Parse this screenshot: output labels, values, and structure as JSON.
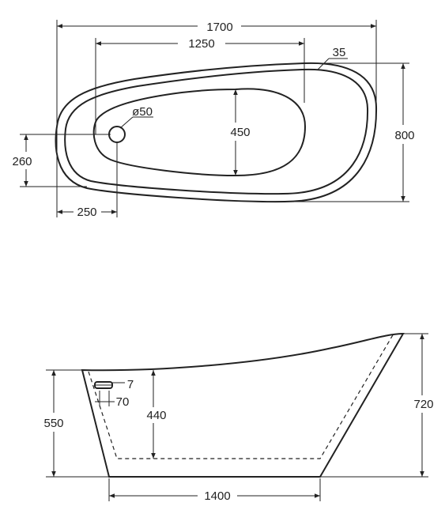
{
  "top_view": {
    "length": "1700",
    "inner_length": "1250",
    "rim": "35",
    "drain_diameter": "ø50",
    "inner_width": "450",
    "width": "800",
    "drain_from_side": "260",
    "drain_from_end": "250"
  },
  "side_view": {
    "overflow_height": "7",
    "overflow_width": "70",
    "low_end_height": "550",
    "inner_depth": "440",
    "high_end_height": "720",
    "base_length": "1400"
  }
}
